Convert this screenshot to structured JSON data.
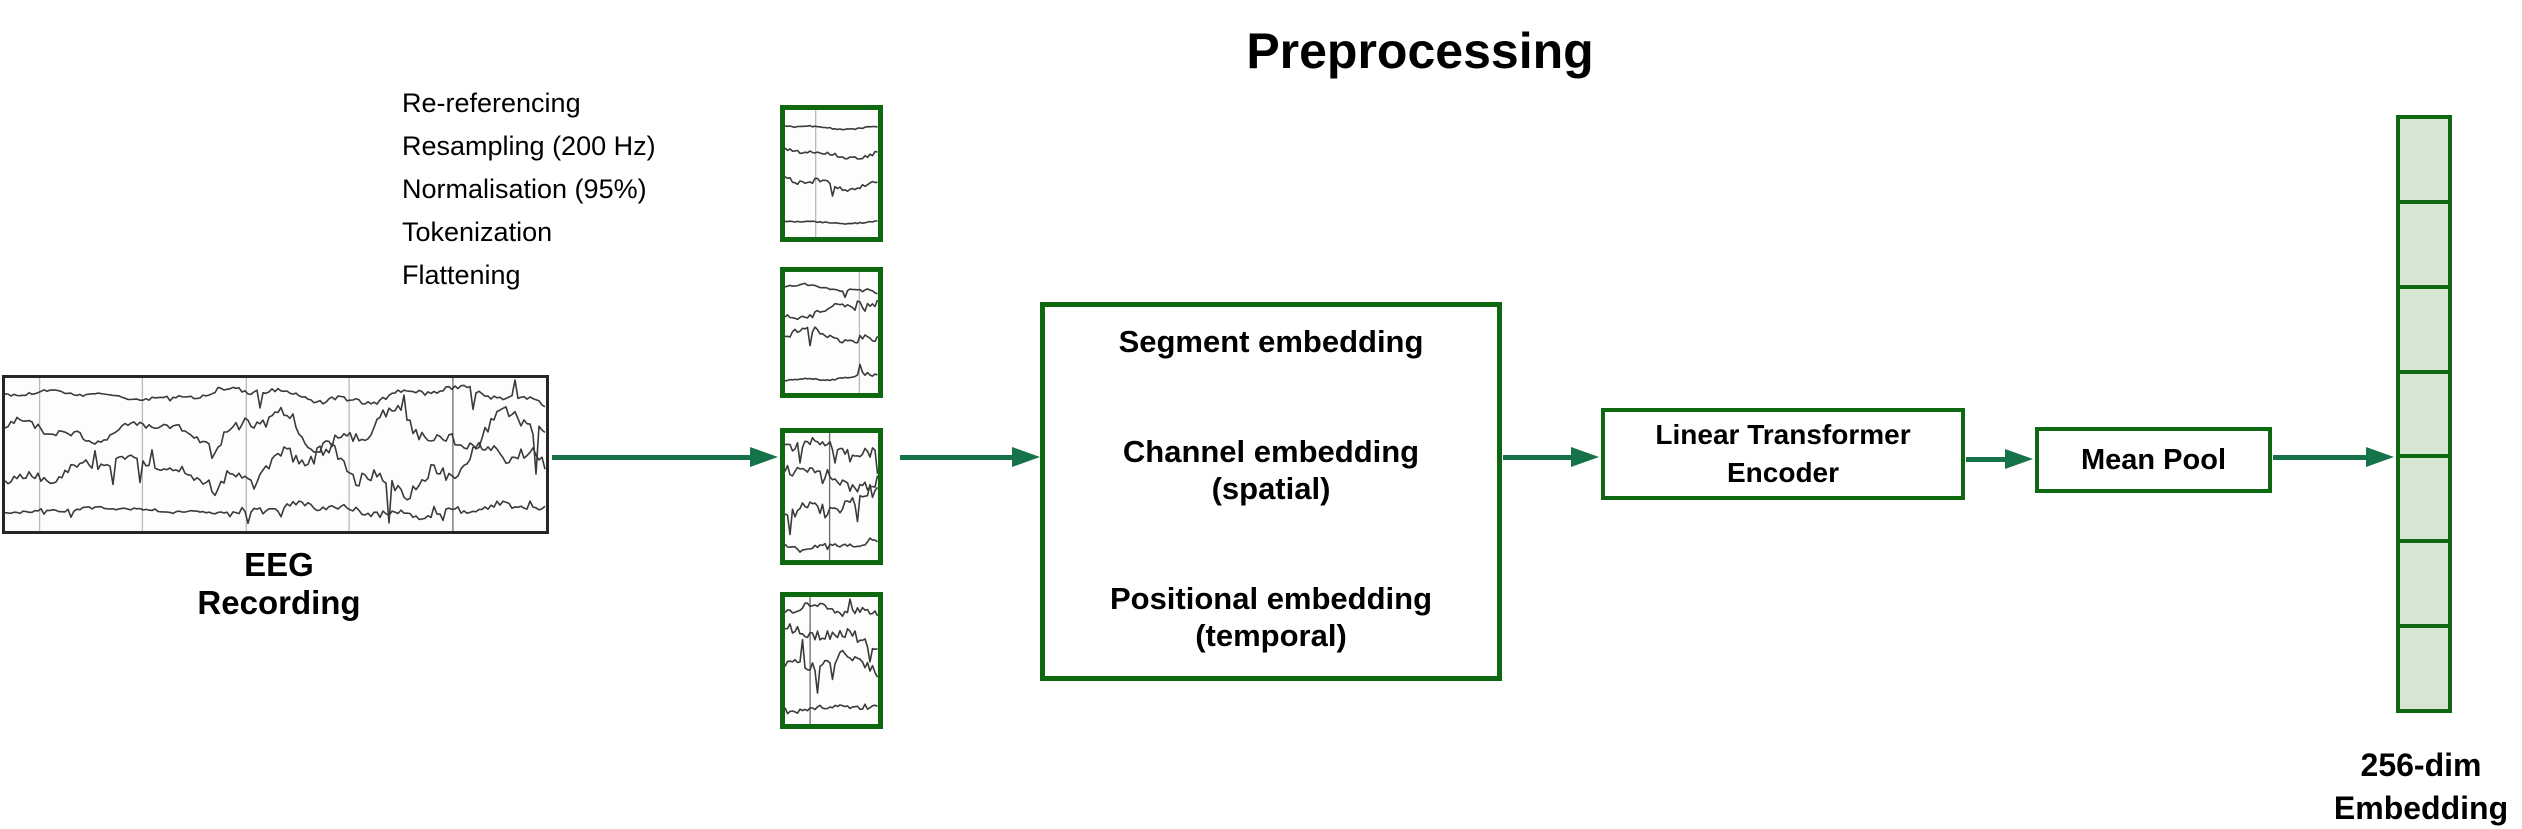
{
  "title": "Preprocessing",
  "preprocessing_steps": [
    "Re-referencing",
    "Resampling (200 Hz)",
    "Normalisation (95%)",
    "Tokenization",
    "Flattening"
  ],
  "eeg_recording_label": {
    "line1": "EEG",
    "line2": "Recording"
  },
  "segment_thumbnails": {
    "count": 4
  },
  "embedding_box": {
    "segment": "Segment embedding",
    "channel": "Channel embedding",
    "channel_sub": "(spatial)",
    "positional": "Positional embedding",
    "positional_sub": "(temporal)"
  },
  "encoder_box": {
    "line1": "Linear Transformer",
    "line2": "Encoder"
  },
  "mean_pool_box": {
    "label": "Mean Pool"
  },
  "output_embedding": {
    "cell_count": 7,
    "label_line1": "256-dim",
    "label_line2": "Embedding"
  },
  "colors": {
    "box_border_green": "#0d6810",
    "arrow_green": "#167349",
    "cell_fill_green": "#d6e6d2",
    "eeg_box_border": "#262626",
    "trace_color": "#3a3a3a",
    "text_color": "#000000"
  }
}
